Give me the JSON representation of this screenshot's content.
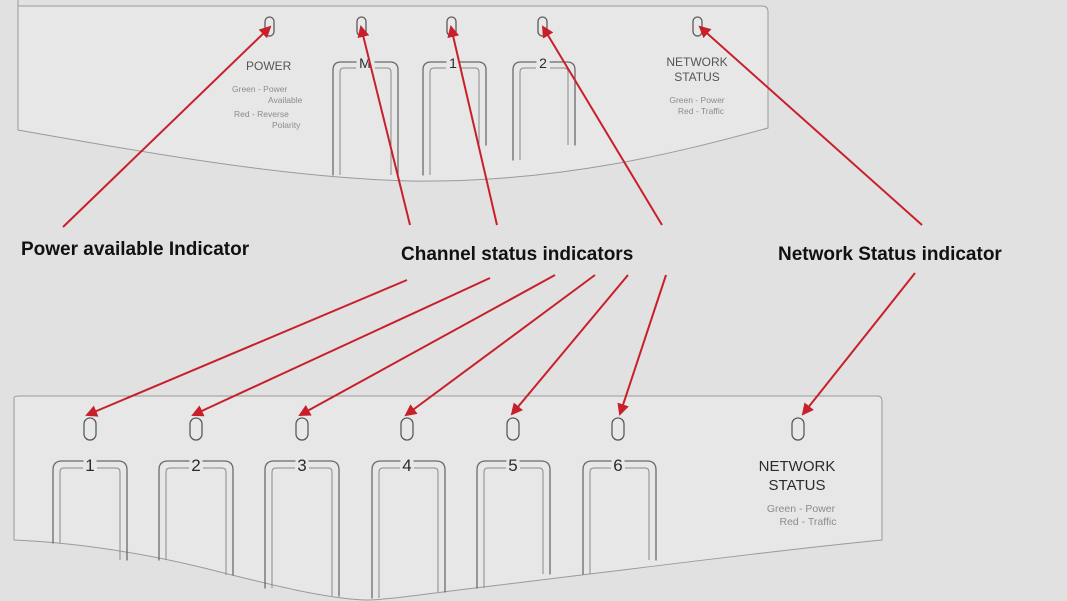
{
  "top_panel": {
    "power_label": "POWER",
    "power_legend_1a": "Green - Power",
    "power_legend_1b": "Available",
    "power_legend_2a": "Red - Reverse",
    "power_legend_2b": "Polarity",
    "channels": [
      "M",
      "1",
      "2"
    ],
    "network_label_1": "NETWORK",
    "network_label_2": "STATUS",
    "network_legend_1": "Green - Power",
    "network_legend_2": "Red - Traffic"
  },
  "bottom_panel": {
    "channels": [
      "1",
      "2",
      "3",
      "4",
      "5",
      "6"
    ],
    "network_label_1": "NETWORK",
    "network_label_2": "STATUS",
    "network_legend_1": "Green - Power",
    "network_legend_2": "Red - Traffic"
  },
  "callouts": {
    "power": "Power available Indicator",
    "channel": "Channel status indicators",
    "network": "Network Status indicator"
  },
  "colors": {
    "background": "#e1e1e1",
    "arrow": "#c8202b"
  }
}
